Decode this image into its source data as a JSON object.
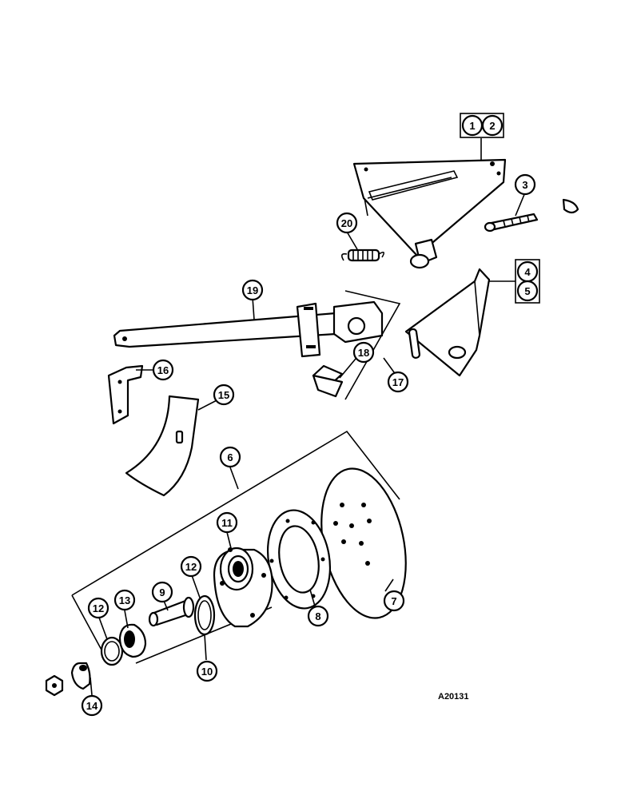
{
  "callouts": [
    "1",
    "2",
    "3",
    "4",
    "5",
    "6",
    "7",
    "8",
    "9",
    "10",
    "11",
    "12",
    "13",
    "14",
    "15",
    "16",
    "17",
    "18",
    "19",
    "20"
  ],
  "drawing_number": "A20131",
  "line_color": "#000000",
  "background": "#ffffff"
}
